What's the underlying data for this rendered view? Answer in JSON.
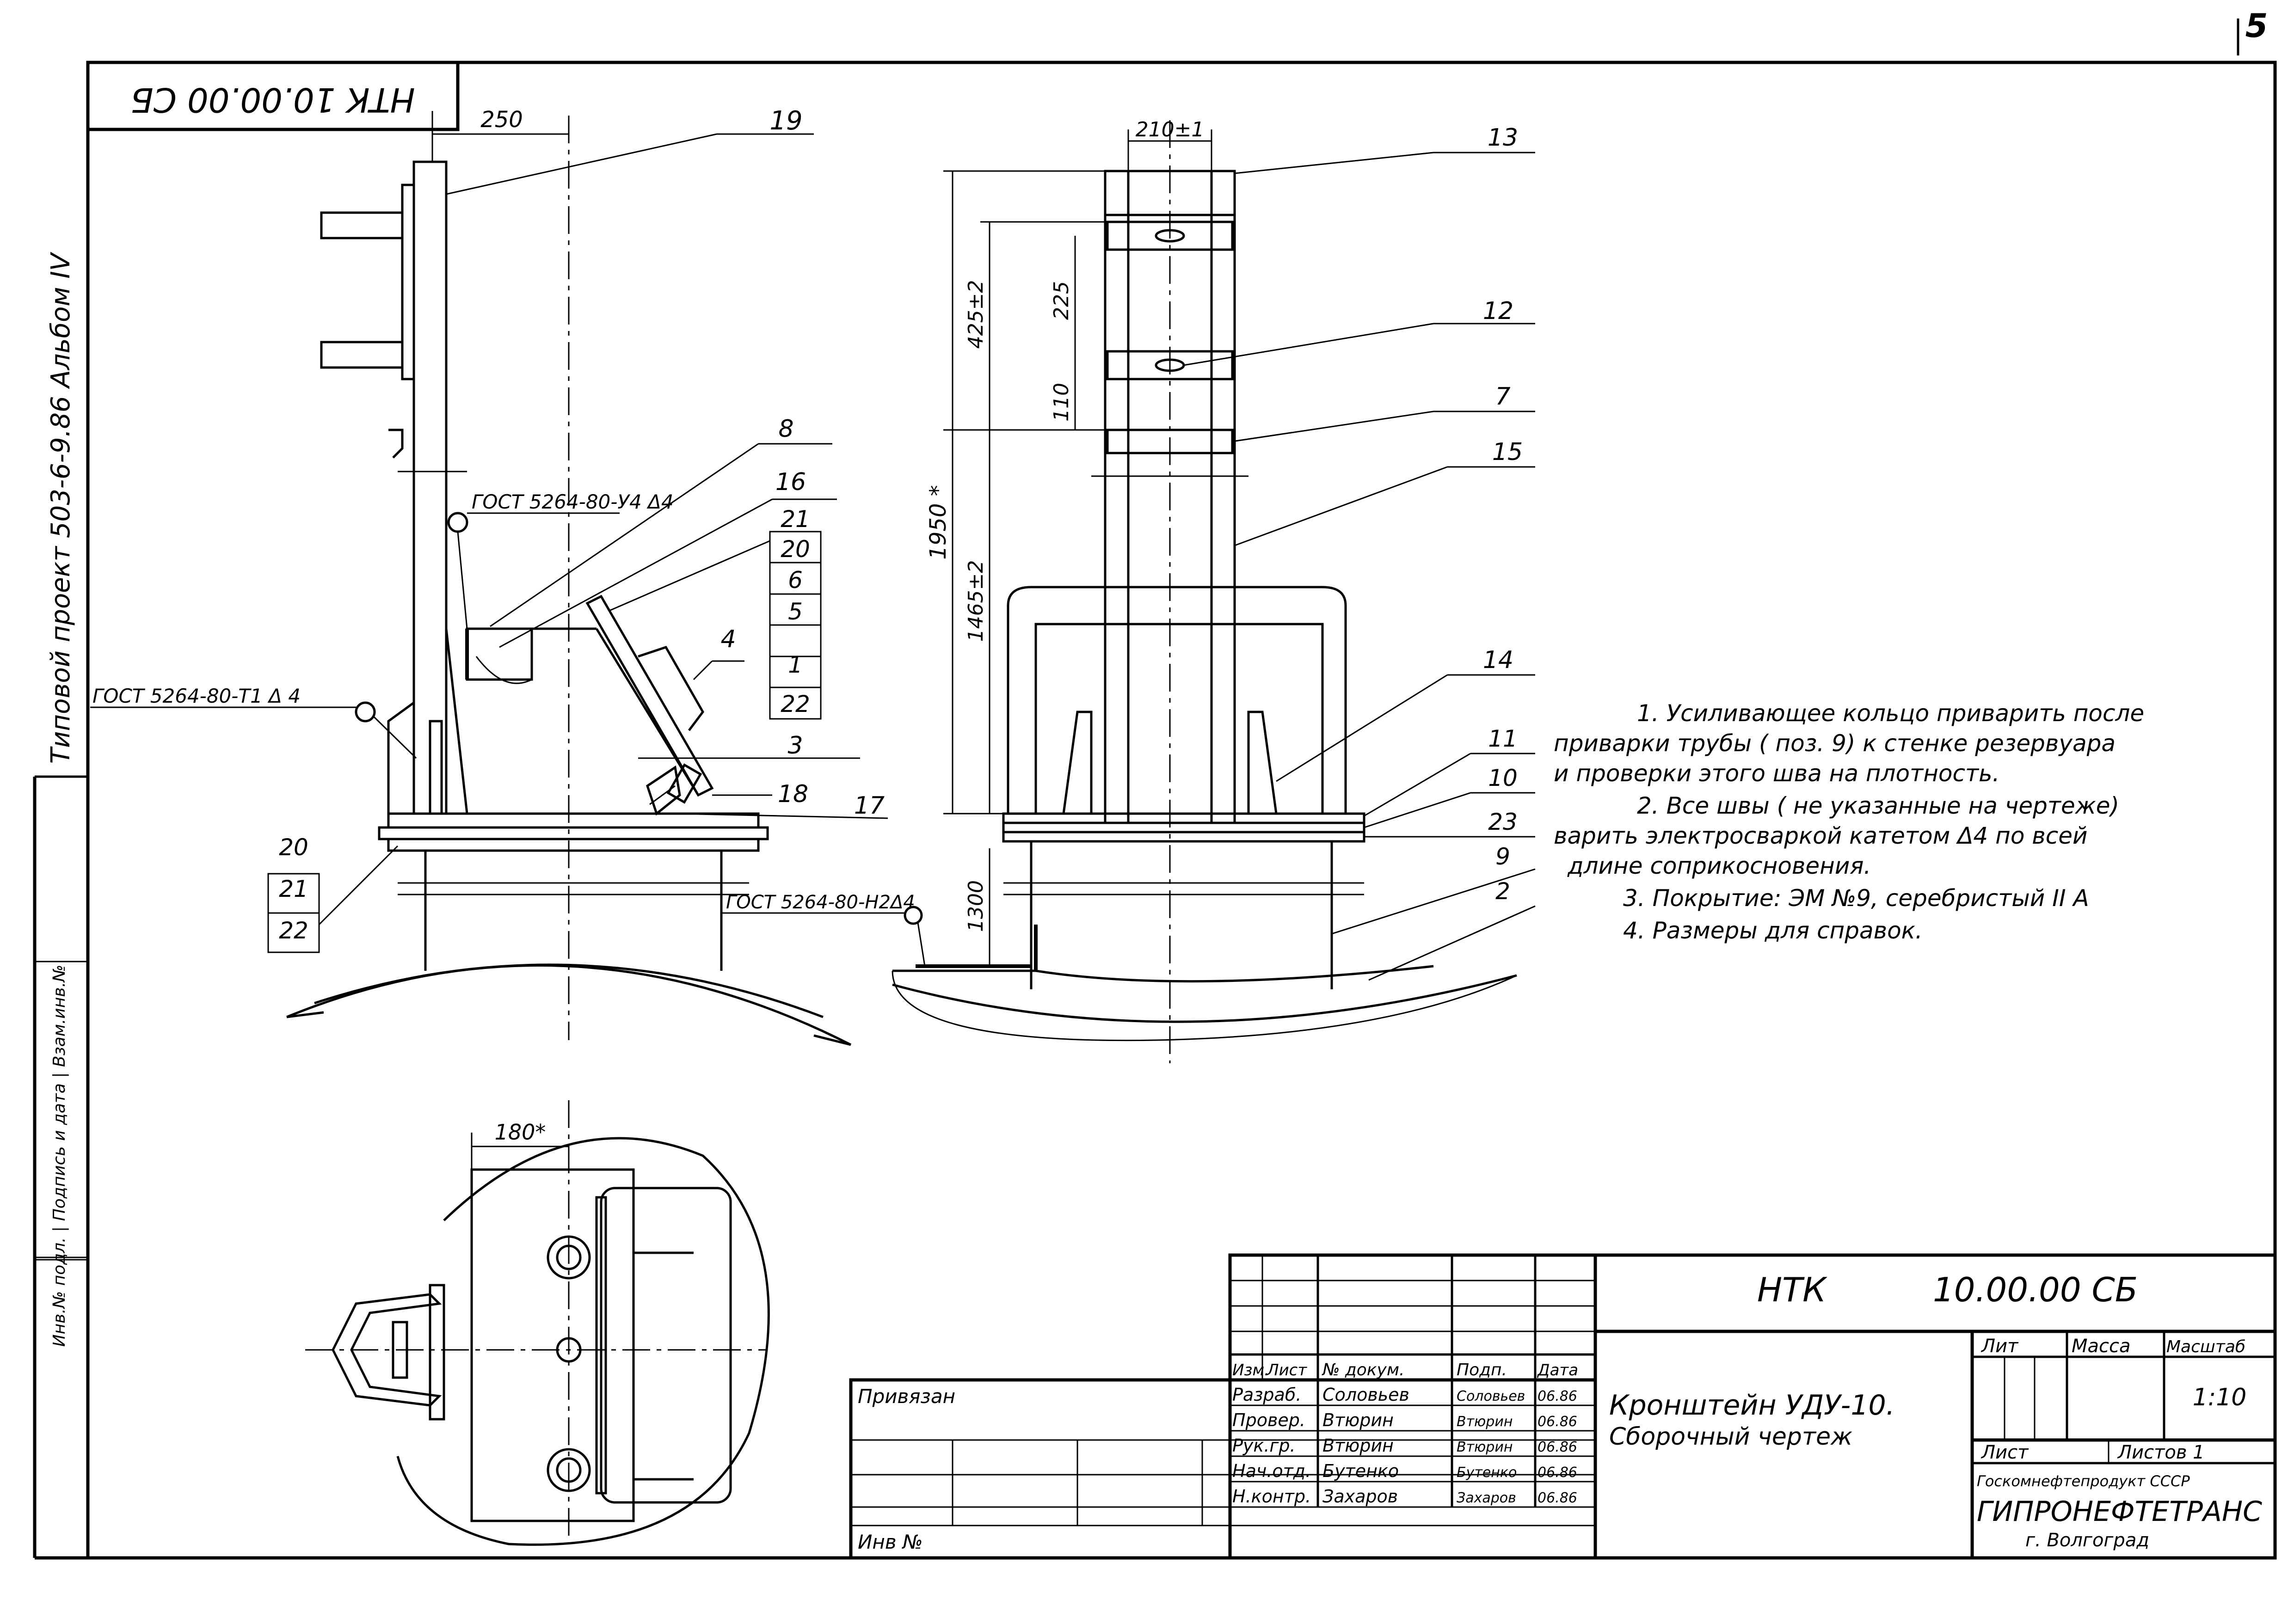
{
  "corner_sheet_number": "5",
  "top_stamp": {
    "code": "НТК 10.00.00 СБ"
  },
  "side_margin": {
    "project": "Типовой проект 503-6-9.86 Альбом IV",
    "strip_text": "Инв.№ подл. | Подпись и дата | Взам.инв.№"
  },
  "dimensions": {
    "d250": "250",
    "d210": "210±1",
    "d225": "225",
    "d425": "425±2",
    "d110": "110",
    "d1950": "1950 *",
    "d1465": "1465±2",
    "d1300": "1300",
    "d180": "180*"
  },
  "weld_notes": {
    "w1": "ГОСТ 5264-80-У4 Δ4",
    "w2": "ГОСТ 5264-80-Т1  Δ 4",
    "w3": "ГОСТ 5264-80-Н2Δ4"
  },
  "callouts": {
    "c19": "19",
    "c8": "8",
    "c16": "16",
    "c4": "4",
    "c3": "3",
    "c18": "18",
    "c17": "17",
    "c13": "13",
    "c12": "12",
    "c7": "7",
    "c15": "15",
    "c14": "14",
    "c11": "11",
    "c10": "10",
    "c23": "23",
    "c9": "9",
    "c2": "2"
  },
  "stack_right": [
    "21",
    "20",
    "6",
    "5",
    "1",
    "22"
  ],
  "stack_left": [
    "20",
    "21",
    "22"
  ],
  "notes": [
    "1. Усиливающее кольцо приварить после",
    "приварки трубы ( поз. 9) к стенке резервуара",
    "и проверки этого шва на плотность.",
    "2. Все швы ( не указанные на чертеже)",
    "варить электросваркой катетом Δ4 по всей",
    "длине соприкосновения.",
    "3. Покрытие: ЭМ №9, серебристый II А",
    "4. Размеры для справок."
  ],
  "title_block": {
    "doc_code_left": "НТК",
    "doc_code_right": "10.00.00 СБ",
    "title_line1": "Кронштейн УДУ-10.",
    "title_line2": "Сборочный чертеж",
    "lit_label": "Лит",
    "mass_label": "Масса",
    "scale_label": "Масштаб",
    "scale_value": "1:10",
    "sheet_label": "Лист",
    "sheets_label": "Листов 1",
    "org1": "Госкомнефтепродукт СССР",
    "org2": "ГИПРОНЕФТЕТРАНС",
    "org3": "г. Волгоград",
    "privyazan": "Привязан",
    "inv_label": "Инв №",
    "header": {
      "izm": "Изм.",
      "list": "Лист",
      "doc": "№ докум.",
      "sign": "Подп.",
      "date": "Дата"
    },
    "rows": [
      {
        "role": "Разраб.",
        "name": "Соловьев",
        "sign": "Соловьев",
        "date": "06.86"
      },
      {
        "role": "Провер.",
        "name": "Втюрин",
        "sign": "Втюрин",
        "date": "06.86"
      },
      {
        "role": "Рук.гр.",
        "name": "Втюрин",
        "sign": "Втюрин",
        "date": "06.86"
      },
      {
        "role": "Нач.отд.",
        "name": "Бутенко",
        "sign": "Бутенко",
        "date": "06.86"
      },
      {
        "role": "Н.контр.",
        "name": "Захаров",
        "sign": "Захаров",
        "date": "06.86"
      }
    ]
  }
}
